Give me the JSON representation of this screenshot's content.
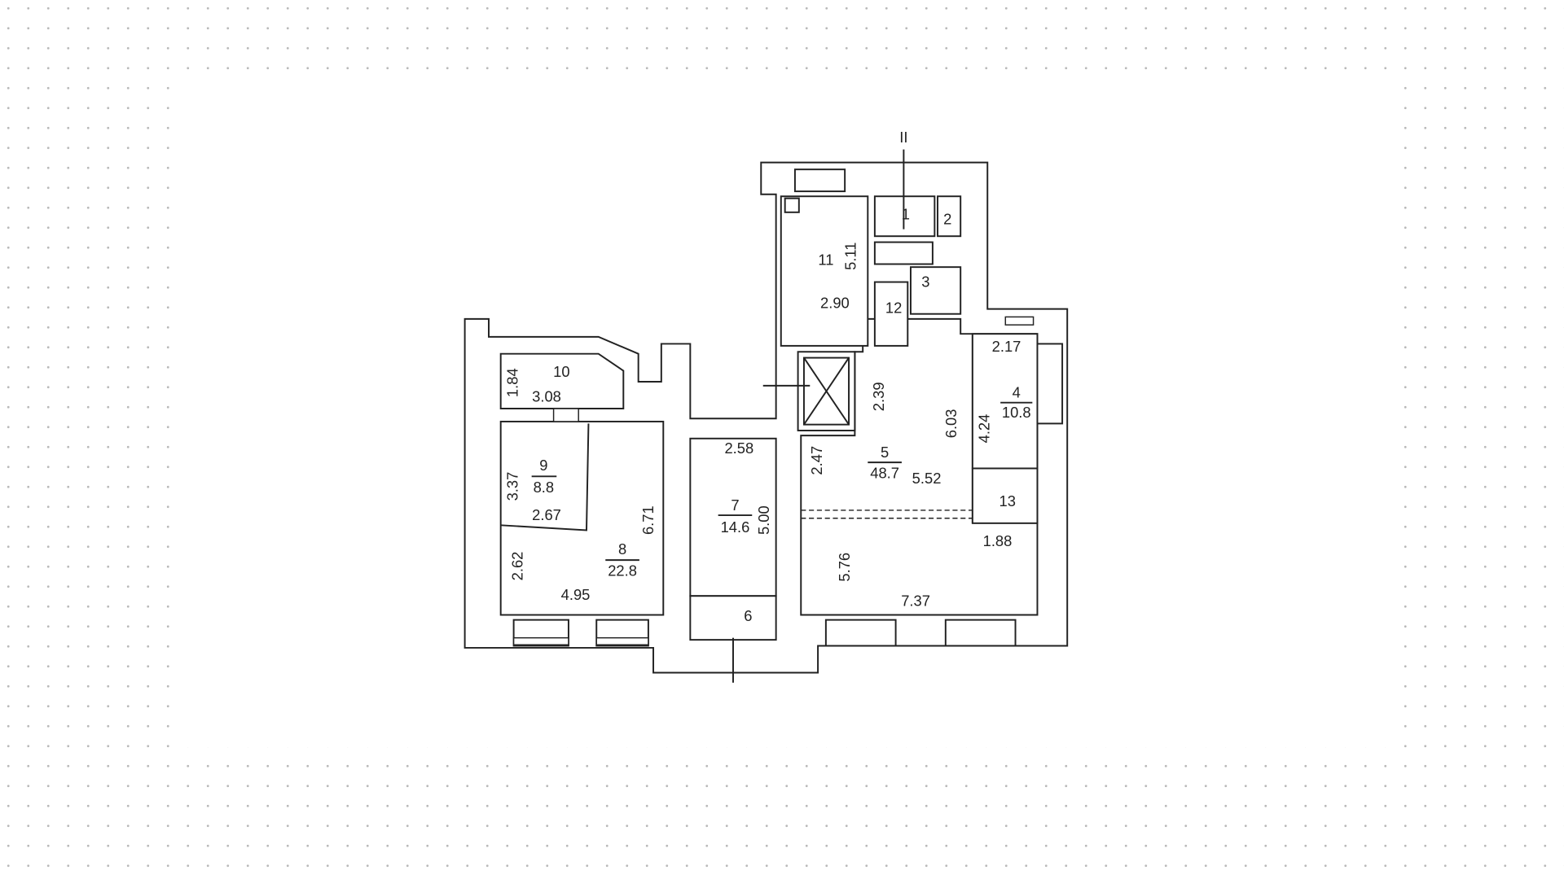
{
  "section_mark": "II",
  "rooms": [
    {
      "number": "1"
    },
    {
      "number": "2"
    },
    {
      "number": "3"
    },
    {
      "number": "4",
      "area": "10.8"
    },
    {
      "number": "5",
      "area": "48.7"
    },
    {
      "number": "6"
    },
    {
      "number": "7",
      "area": "14.6"
    },
    {
      "number": "8",
      "area": "22.8"
    },
    {
      "number": "9",
      "area": "8.8"
    },
    {
      "number": "10"
    },
    {
      "number": "11"
    },
    {
      "number": "12"
    },
    {
      "number": "13"
    }
  ],
  "dimensions": {
    "r11_len": "5.11",
    "r11_w": "2.90",
    "r10_h": "1.84",
    "r10_w": "3.08",
    "r9_h": "3.37",
    "r9_w": "2.67",
    "r8_h": "2.62",
    "r8_w": "4.95",
    "r8_len": "6.71",
    "r7_w": "2.58",
    "r7_len": "5.00",
    "r5_a": "2.39",
    "r5_b": "2.47",
    "r5_w": "5.52",
    "r5_len": "6.03",
    "r4_top": "2.17",
    "r4_len": "4.24",
    "r13_w": "1.88",
    "big_h": "5.76",
    "big_w": "7.37"
  }
}
